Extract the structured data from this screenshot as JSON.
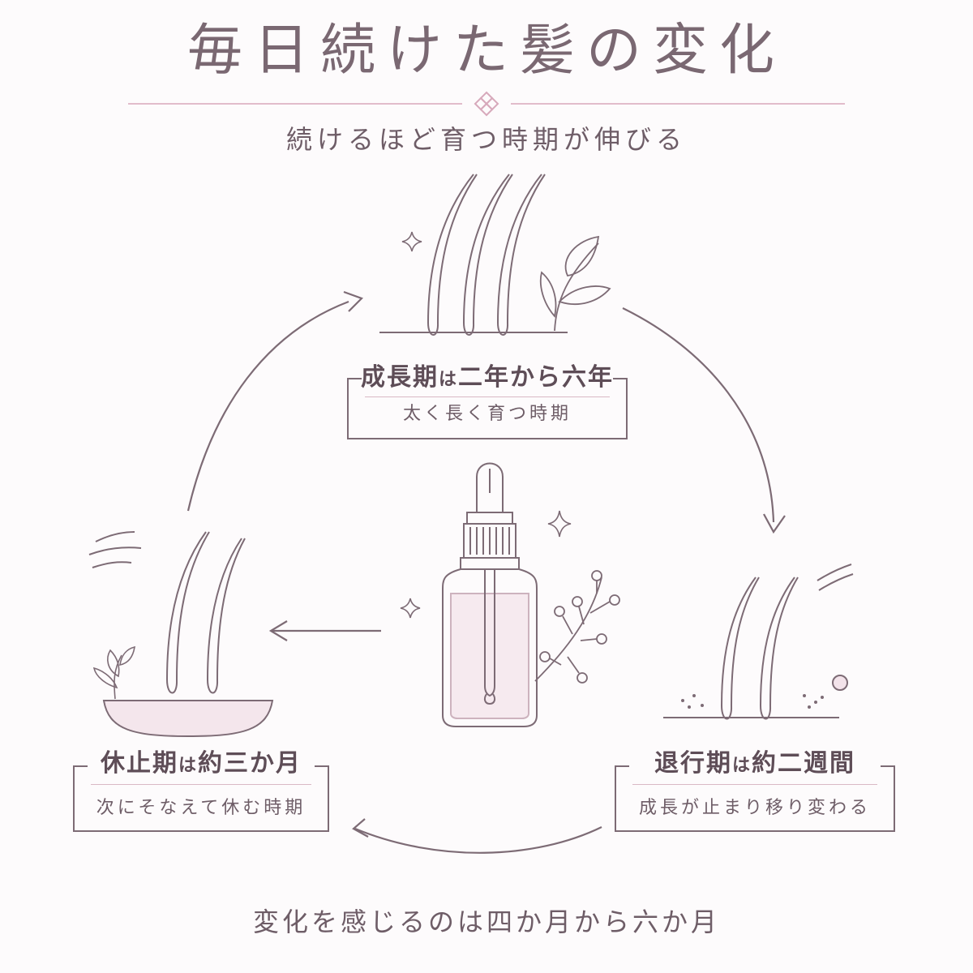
{
  "header": {
    "title": "毎日続けた髪の変化",
    "subtitle": "続けるほど育つ時期が伸びる"
  },
  "stages": [
    {
      "head_main": "成長期",
      "head_small": "は",
      "head_tail": "二年から六年",
      "desc": "太く長く育つ時期"
    },
    {
      "head_main": "退行期",
      "head_small": "は",
      "head_tail": "約二週間",
      "desc": "成長が止まり移り変わる"
    },
    {
      "head_main": "休止期",
      "head_small": "は",
      "head_tail": "約三か月",
      "desc": "次にそなえて休む時期"
    }
  ],
  "footer": {
    "text": "変化を感じるのは四か月から六か月"
  },
  "colors": {
    "line": "#7d6b75",
    "accent_pink": "#e2bccb",
    "text": "#6e5d67",
    "background": "#fdfbfc"
  },
  "icons": [
    "diamond-ornament-icon",
    "sparkle-icon",
    "leaf-sprig-icon",
    "hair-strand-icon",
    "serum-bottle-icon",
    "berry-branch-icon",
    "cycle-arrow-icon"
  ]
}
